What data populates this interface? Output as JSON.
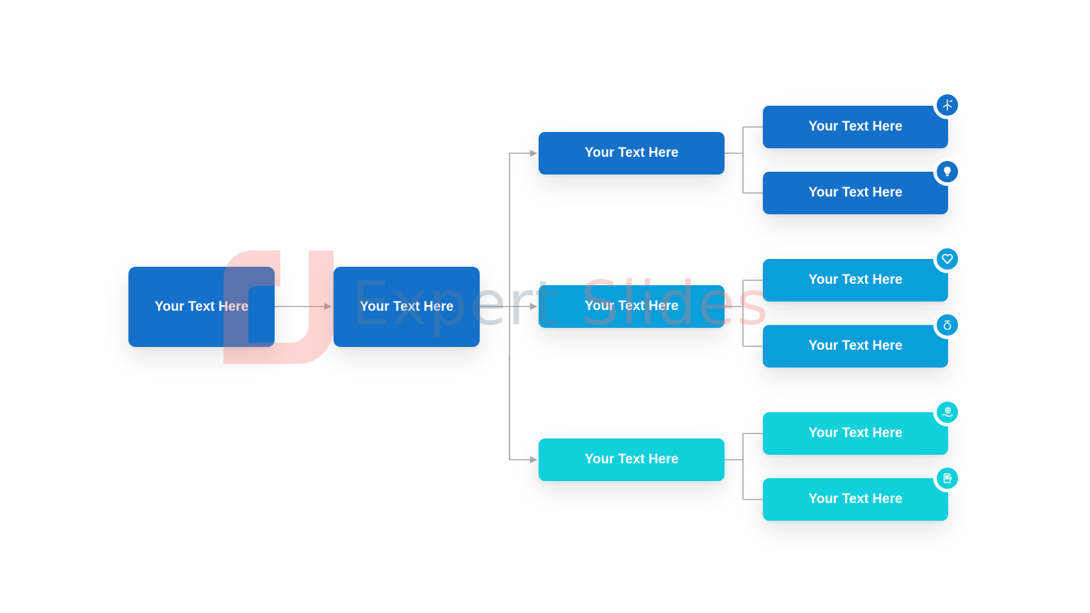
{
  "colors": {
    "dark_blue": "#1470C8",
    "mid_blue": "#0A9EDB",
    "cyan": "#10D0DC",
    "connector": "#aaaaaa"
  },
  "root": {
    "label": "Your Text Here"
  },
  "second": {
    "label": "Your Text Here"
  },
  "branches": [
    {
      "label": "Your Text Here",
      "leaves": [
        {
          "label": "Your Text Here",
          "icon": "wind-turbine-icon"
        },
        {
          "label": "Your Text Here",
          "icon": "lightbulb-icon"
        }
      ]
    },
    {
      "label": "Your Text Here",
      "leaves": [
        {
          "label": "Your Text Here",
          "icon": "heart-leaf-icon"
        },
        {
          "label": "Your Text Here",
          "icon": "plant-bulb-icon"
        }
      ]
    },
    {
      "label": "Your Text Here",
      "leaves": [
        {
          "label": "Your Text Here",
          "icon": "hand-globe-icon"
        },
        {
          "label": "Your Text Here",
          "icon": "phone-battery-icon"
        }
      ]
    }
  ],
  "watermark": {
    "word1": "Expert",
    "word2": "Slides"
  }
}
